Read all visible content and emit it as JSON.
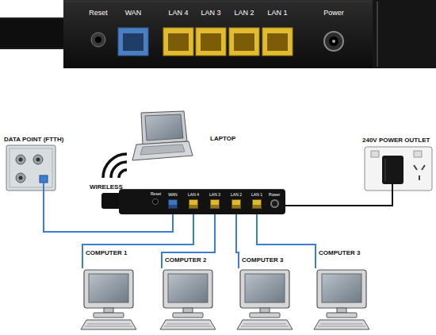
{
  "diagram": {
    "nodes": [
      {
        "text": [
          "DATA POINT (FTTH)"
        ]
      },
      {
        "text": [
          "LAPTOP"
        ]
      },
      {
        "text": [
          "240V POWER OUTLET"
        ]
      },
      {
        "text": [
          "Reset"
        ]
      },
      {
        "text": [
          "WAN"
        ],
        "in": 3
      },
      {
        "text": [
          "LAN 4"
        ],
        "in": 3
      },
      {
        "text": [
          "LAN 3"
        ],
        "in": 3
      },
      {
        "text": [
          "LAN 2"
        ],
        "in": 3
      },
      {
        "text": [
          "LAN 1"
        ],
        "in": 3
      },
      {
        "text": [
          "Power"
        ],
        "in": 3
      },
      {
        "text": [
          "COMPUTER 1"
        ]
      },
      {
        "text": [
          "COMPUTER 2"
        ]
      },
      {
        "text": [
          "COMPUTER 3"
        ]
      },
      {
        "text": [
          "COMPUTER 3"
        ]
      }
    ],
    "edges": [
      {
        "from": 0,
        "to": 4,
        "arrow": "none"
      },
      {
        "from": 5,
        "to": 10,
        "arrow": "none"
      },
      {
        "from": 6,
        "to": 11,
        "arrow": "none"
      },
      {
        "from": 7,
        "to": 12,
        "arrow": "none"
      },
      {
        "from": 8,
        "to": 13,
        "arrow": "none"
      },
      {
        "from": 9,
        "to": 2,
        "arrow": "none"
      }
    ],
    "labels": [
      "Reset",
      "WAN",
      "LAN 4",
      "LAN 3",
      "LAN 2",
      "LAN 1",
      "Power",
      "WIRELESS"
    ]
  }
}
